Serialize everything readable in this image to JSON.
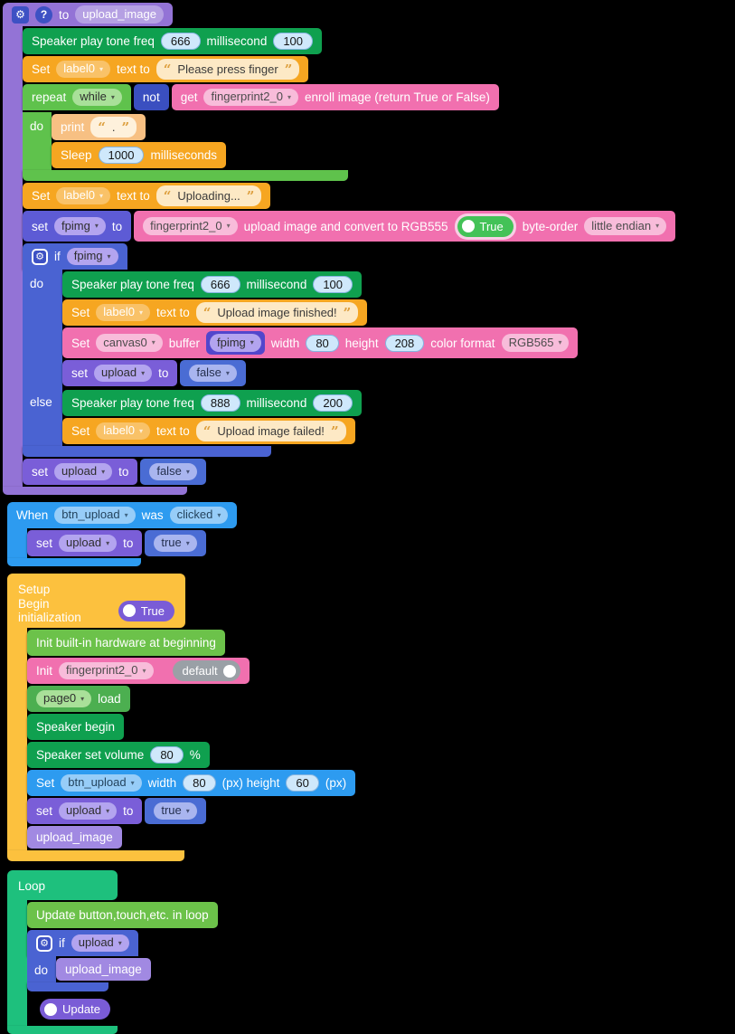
{
  "icons": {
    "gear": "⚙",
    "help": "?",
    "dropdown": "▾",
    "quote_open": "“",
    "quote_close": "”"
  },
  "colors": {
    "background": "#000000",
    "function_purple": "#9373d6",
    "variable_purple": "#7a5ed8",
    "value_blue": "#4a6cd4",
    "logic_blue": "#3a4fc0",
    "if_blue": "#4a63d2",
    "speaker_green": "#0fa04f",
    "display_orange": "#f6a621",
    "print_peach": "#f7c083",
    "loop_green": "#5fc24c",
    "sensor_pink": "#f170af",
    "event_blue": "#2d9bf0",
    "setup_amber": "#fcc13e",
    "init_green": "#6cc24a",
    "page_green": "#4caf50",
    "call_purple": "#a189e2",
    "loop_teal": "#1ec07d",
    "toggle_green": "#43c257",
    "toggle_purple": "#7a5cd6",
    "toggle_gray": "#9aa0a6"
  },
  "fn": {
    "to": "to",
    "name": "upload_image",
    "speaker1": {
      "t1": "Speaker play tone freq",
      "freq": "666",
      "t2": "millisecond",
      "dur": "100"
    },
    "set_label1": {
      "t1": "Set",
      "target": "label0",
      "t2": "text to",
      "value": "Please press finger"
    },
    "repeat": {
      "t1": "repeat",
      "mode": "while",
      "not": "not",
      "get": "get",
      "device": "fingerprint2_0",
      "expr": "enroll image (return True or False)",
      "do": "do",
      "print": {
        "t1": "print",
        "value": "."
      },
      "sleep": {
        "t1": "Sleep",
        "value": "1000",
        "t2": "milliseconds"
      }
    },
    "set_label2": {
      "t1": "Set",
      "target": "label0",
      "t2": "text to",
      "value": "Uploading..."
    },
    "set_fpimg": {
      "t1": "set",
      "var": "fpimg",
      "t2": "to",
      "device": "fingerprint2_0",
      "expr": "upload image and convert to RGB555",
      "toggle": "True",
      "t3": "byte-order",
      "order": "little endian"
    },
    "if1": {
      "t1": "if",
      "cond": "fpimg",
      "do": "do",
      "else": "else",
      "speaker": {
        "t1": "Speaker play tone freq",
        "freq": "666",
        "t2": "millisecond",
        "dur": "100"
      },
      "set_label": {
        "t1": "Set",
        "target": "label0",
        "t2": "text to",
        "value": "Upload image finished!"
      },
      "canvas": {
        "t1": "Set",
        "target": "canvas0",
        "t2": "buffer",
        "var": "fpimg",
        "t3": "width",
        "width": "80",
        "t4": "height",
        "height": "208",
        "t5": "color format",
        "format": "RGB565"
      },
      "set_upload": {
        "t1": "set",
        "var": "upload",
        "t2": "to",
        "value": "false"
      },
      "speaker_else": {
        "t1": "Speaker play tone freq",
        "freq": "888",
        "t2": "millisecond",
        "dur": "200"
      },
      "set_label_else": {
        "t1": "Set",
        "target": "label0",
        "t2": "text to",
        "value": "Upload image failed!"
      }
    },
    "set_upload": {
      "t1": "set",
      "var": "upload",
      "t2": "to",
      "value": "false"
    }
  },
  "when": {
    "t1": "When",
    "target": "btn_upload",
    "t2": "was",
    "event": "clicked",
    "set_upload": {
      "t1": "set",
      "var": "upload",
      "t2": "to",
      "value": "true"
    }
  },
  "setup": {
    "title": "Setup",
    "begin": "Begin initialization",
    "begin_toggle": "True",
    "init_hw": "Init built-in hardware at beginning",
    "init_fp": {
      "t1": "Init",
      "device": "fingerprint2_0",
      "toggle": "default"
    },
    "page": {
      "target": "page0",
      "t1": "load"
    },
    "speaker_begin": "Speaker begin",
    "volume": {
      "t1": "Speaker set volume",
      "value": "80",
      "t2": "%"
    },
    "btn": {
      "t1": "Set",
      "target": "btn_upload",
      "t2": "width",
      "width": "80",
      "t3": "(px) height",
      "height": "60",
      "t4": "(px)"
    },
    "set_upload": {
      "t1": "set",
      "var": "upload",
      "t2": "to",
      "value": "true"
    },
    "call": "upload_image"
  },
  "loop": {
    "title": "Loop",
    "update": "Update button,touch,etc. in loop",
    "if": {
      "t1": "if",
      "cond": "upload",
      "do": "do",
      "call": "upload_image"
    },
    "update_toggle": "Update"
  }
}
